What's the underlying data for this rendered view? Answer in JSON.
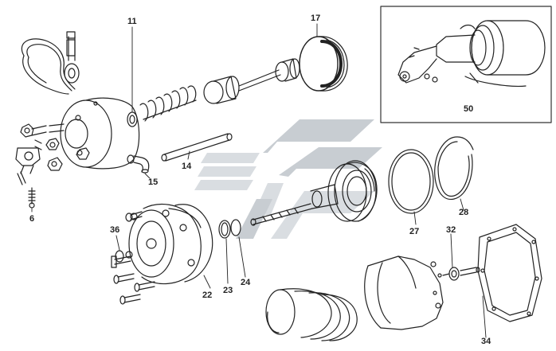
{
  "diagram": {
    "labels": {
      "p6": "6",
      "p11": "11",
      "p14": "14",
      "p15": "15",
      "p17": "17",
      "p22": "22",
      "p23": "23",
      "p24": "24",
      "p27": "27",
      "p28": "28",
      "p32": "32",
      "p34": "34",
      "p36": "36",
      "p50": "50"
    },
    "colors": {
      "line": "#222222",
      "watermark_light": "#d7dbdf",
      "watermark_dark": "#b9bec4",
      "background": "#ffffff"
    }
  }
}
